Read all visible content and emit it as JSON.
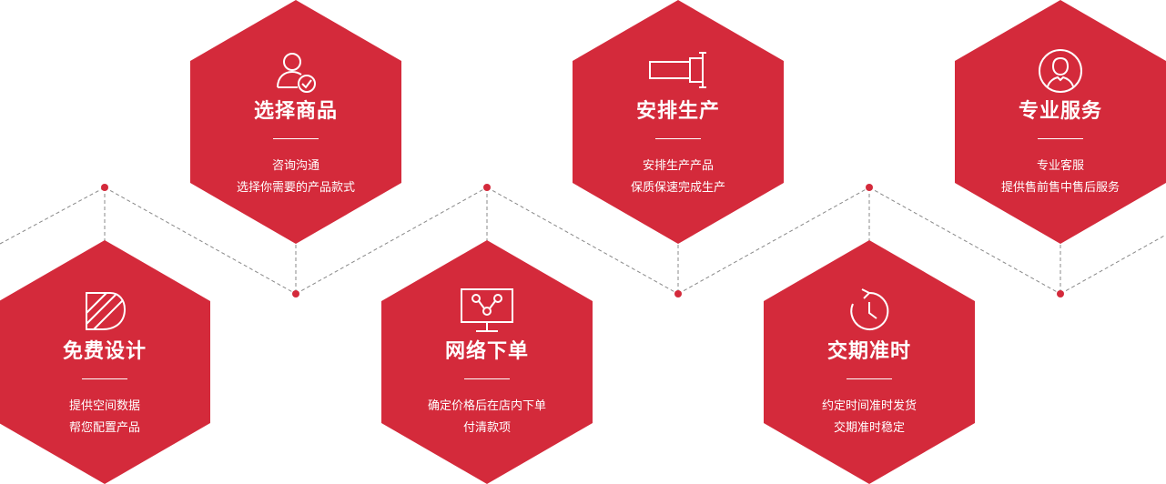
{
  "colors": {
    "accent": "#d42a3b",
    "connector": "#888888",
    "text_on_accent": "#ffffff"
  },
  "steps": [
    {
      "title": "选择商品",
      "icon": "user-check-icon",
      "lines": [
        "咨询沟通",
        "选择你需要的产品款式"
      ]
    },
    {
      "title": "安排生产",
      "icon": "production-icon",
      "lines": [
        "安排生产产品",
        "保质保速完成生产"
      ]
    },
    {
      "title": "专业服务",
      "icon": "service-user-icon",
      "lines": [
        "专业客服",
        "提供售前售中售后服务"
      ]
    },
    {
      "title": "免费设计",
      "icon": "design-icon",
      "lines": [
        "提供空间数据",
        "帮您配置产品"
      ]
    },
    {
      "title": "网络下单",
      "icon": "monitor-network-icon",
      "lines": [
        "确定价格后在店内下单",
        "付清款项"
      ]
    },
    {
      "title": "交期准时",
      "icon": "clock-refresh-icon",
      "lines": [
        "约定时间准时发货",
        "交期准时稳定"
      ]
    }
  ]
}
